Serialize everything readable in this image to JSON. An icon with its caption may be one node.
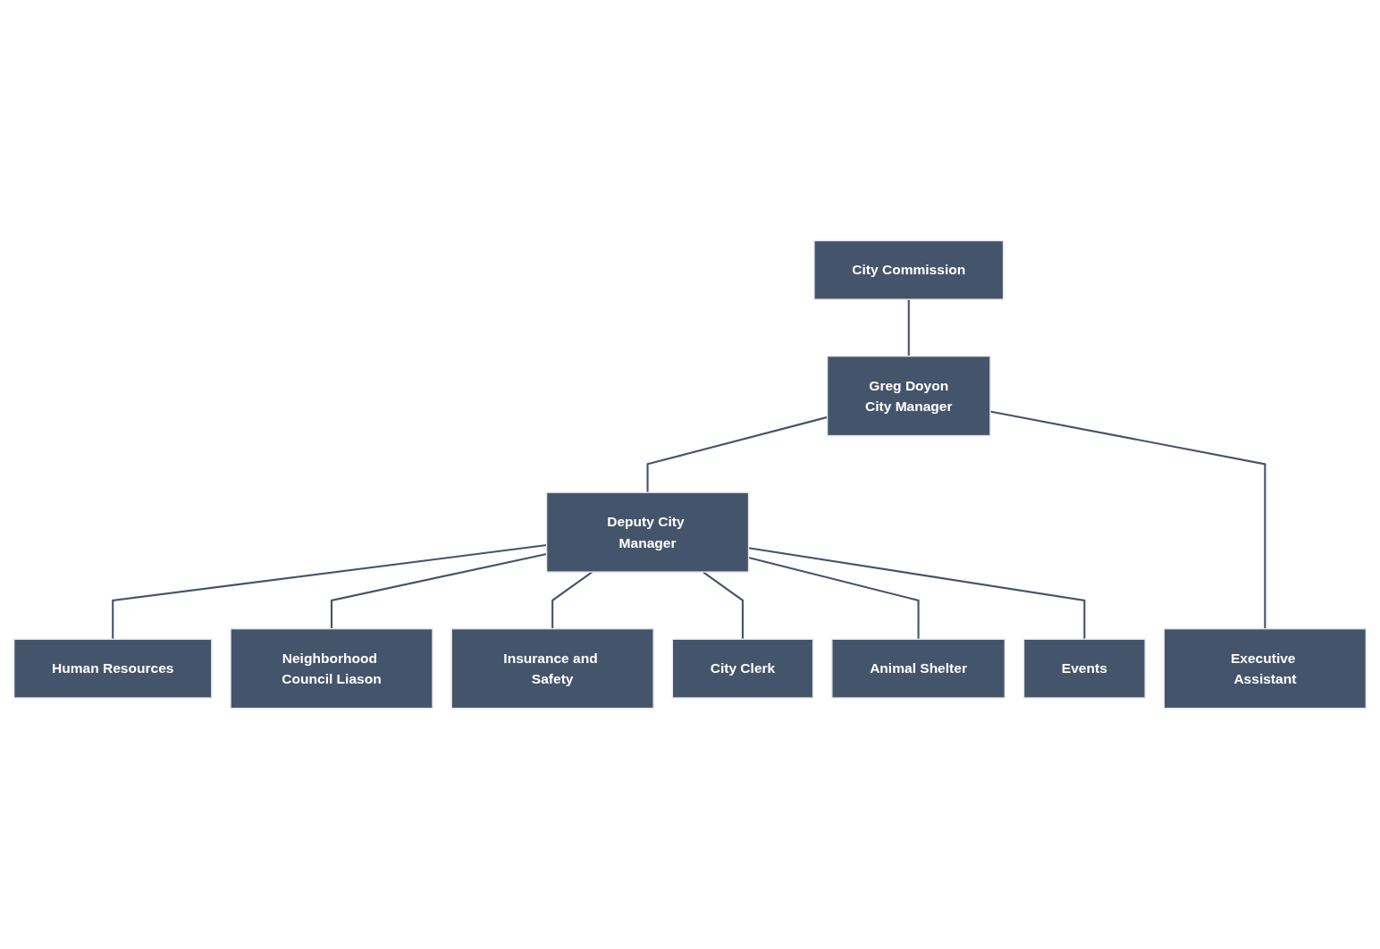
{
  "diagram": {
    "nodes": [
      {
        "text": [
          "City Commission"
        ]
      },
      {
        "text": [
          "Greg Doyon",
          "City Manager"
        ]
      },
      {
        "text": [
          "Deputy City Manager"
        ]
      },
      {
        "text": [
          "Executive Assistant"
        ]
      },
      {
        "text": [
          "Human Resources"
        ]
      },
      {
        "text": [
          "Neighborhood Council Liason"
        ]
      },
      {
        "text": [
          "Insurance and Safety"
        ]
      },
      {
        "text": [
          "City Clerk"
        ]
      },
      {
        "text": [
          "Animal Shelter"
        ]
      },
      {
        "text": [
          "Events"
        ]
      }
    ],
    "edges": [
      {
        "from": 0,
        "to": 1,
        "arrow": "none"
      },
      {
        "from": 1,
        "to": 2,
        "arrow": "none"
      },
      {
        "from": 1,
        "to": 3,
        "arrow": "none"
      },
      {
        "from": 2,
        "to": 4,
        "arrow": "none"
      },
      {
        "from": 2,
        "to": 5,
        "arrow": "none"
      },
      {
        "from": 2,
        "to": 6,
        "arrow": "none"
      },
      {
        "from": 2,
        "to": 7,
        "arrow": "none"
      },
      {
        "from": 2,
        "to": 8,
        "arrow": "none"
      },
      {
        "from": 2,
        "to": 9,
        "arrow": "none"
      }
    ]
  }
}
